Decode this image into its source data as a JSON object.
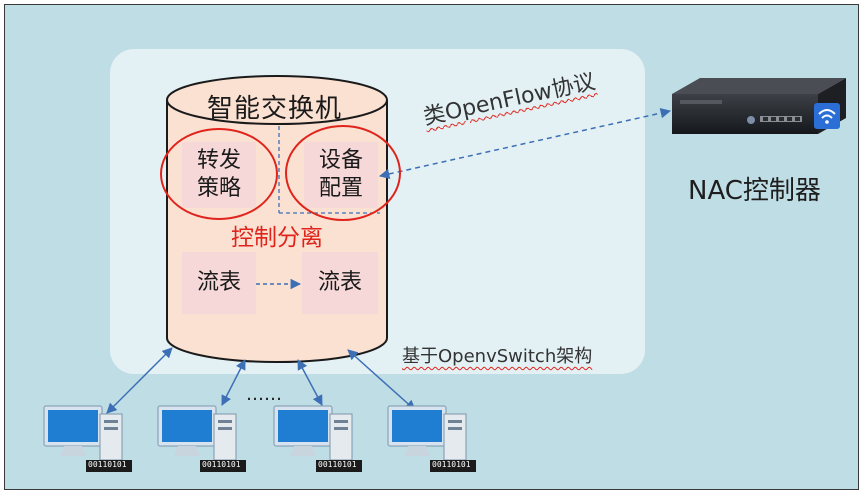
{
  "switch": {
    "title": "智能交换机",
    "forwarding_box": "转发\n策略",
    "config_box": "设备\n配置",
    "separation_label": "控制分离",
    "flow_table_left": "流表",
    "flow_table_right": "流表"
  },
  "protocol_label": "类OpenFlow协议",
  "controller_label": "NAC控制器",
  "ovs_label": "基于OpenvSwitch架构",
  "ellipsis": "……",
  "pc_binary": "00110101",
  "colors": {
    "background": "#bfdde5",
    "cylinder_fill": "#fbe1d2",
    "accent_red": "#e0241b",
    "arrow_blue": "#3d6fb5"
  }
}
